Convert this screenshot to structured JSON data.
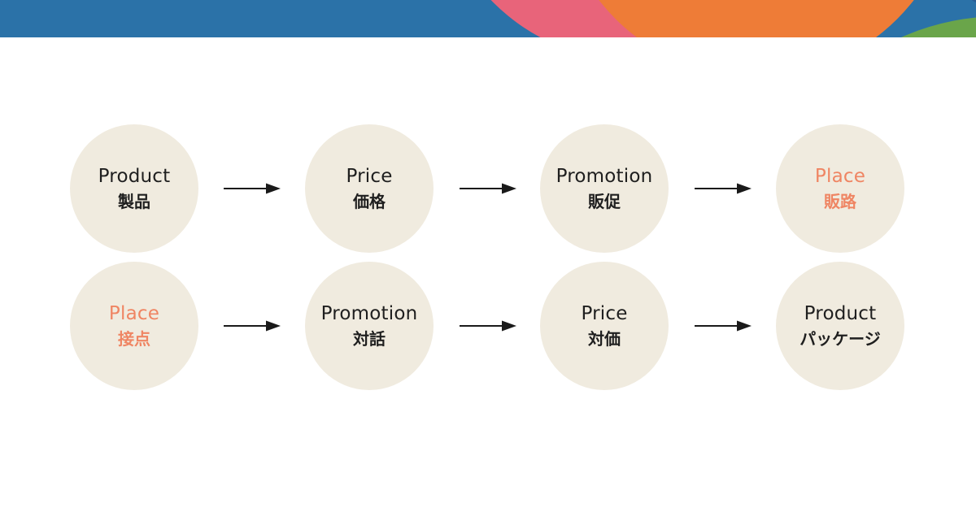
{
  "colors": {
    "banner_blue": "#2b72a8",
    "banner_pink": "#e8647a",
    "banner_cream": "#e8e1c9",
    "banner_orange": "#ee7c37",
    "banner_green": "#6aa54a",
    "banner_navy": "#2a5d96",
    "circle_fill": "#f0ebdf",
    "text_default": "#1f1f1f",
    "text_accent": "#ef8563",
    "arrow": "#1a1a1a"
  },
  "rows": [
    {
      "nodes": [
        {
          "en": "Product",
          "jp": "製品",
          "accent": false
        },
        {
          "en": "Price",
          "jp": "価格",
          "accent": false
        },
        {
          "en": "Promotion",
          "jp": "販促",
          "accent": false
        },
        {
          "en": "Place",
          "jp": "販路",
          "accent": true
        }
      ]
    },
    {
      "nodes": [
        {
          "en": "Place",
          "jp": "接点",
          "accent": true
        },
        {
          "en": "Promotion",
          "jp": "対話",
          "accent": false
        },
        {
          "en": "Price",
          "jp": "対価",
          "accent": false
        },
        {
          "en": "Product",
          "jp": "パッケージ",
          "accent": false
        }
      ]
    }
  ]
}
